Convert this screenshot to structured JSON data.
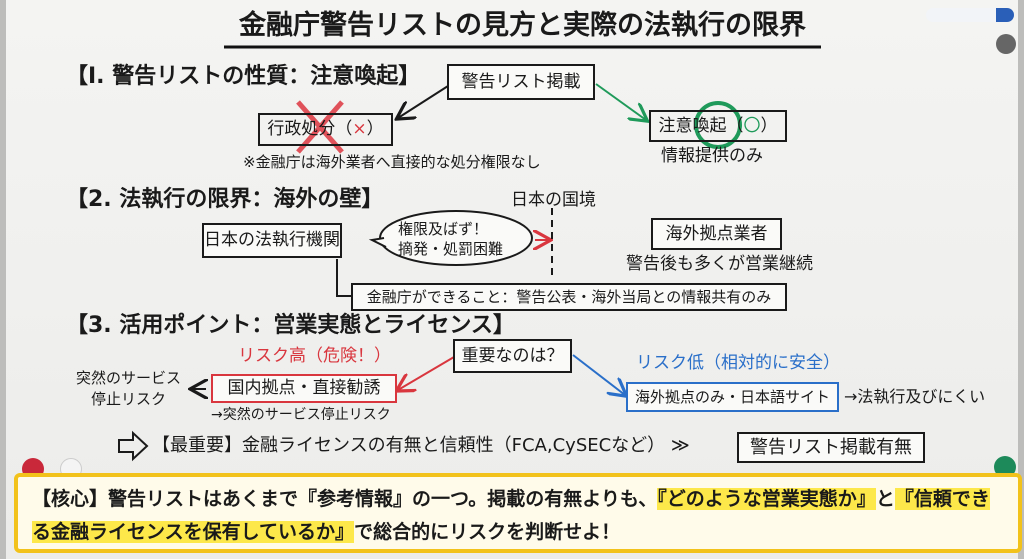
{
  "title": "金融庁警告リストの見方と実際の法執行の限界",
  "section1": {
    "heading": "【I. 警告リストの性質：注意喚起】",
    "listing": "警告リスト掲載",
    "admin_action": "行政処分（",
    "admin_mark": "×",
    "close": "）",
    "note": "※金融庁は海外業者へ直接的な処分権限なし",
    "warning": "注意喚起（",
    "warning_mark": "〇",
    "info": "情報提供のみ"
  },
  "section2": {
    "heading": "【2. 法執行の限界：海外の壁】",
    "border": "日本の国境",
    "agency": "日本の法執行機関",
    "bubble_line1": "権限及ばず！",
    "bubble_line2": "摘発・処罰困難",
    "overseas": "海外拠点業者",
    "continue": "警告後も多くが営業継続",
    "fsa_can": "金融庁ができること：警告公表・海外当局との情報共有のみ"
  },
  "section3": {
    "heading": "【3. 活用ポイント：営業実態とライセンス】",
    "question": "重要なのは？",
    "high_risk": "リスク高（危険！）",
    "low_risk": "リスク低（相対的に安全）",
    "sudden_line1": "突然のサービス",
    "sudden_line2": "停止リスク",
    "domestic": "国内拠点・直接勧誘",
    "domestic_note": "→突然のサービス停止リスク",
    "overseas_only": "海外拠点のみ・日本語サイト",
    "enforcement": "→法執行及びにくい",
    "key_point": "【最重要】金融ライセンスの有無と信頼性（FCA,CySECなど）",
    "gt": "≫",
    "listing_status": "警告リスト掲載有無"
  },
  "banner": {
    "p1": "【核心】警告リストはあくまで『参考情報』の一つ。掲載の有無よりも、",
    "p2": "『どのような営業実態か』",
    "p3": "と",
    "p4": "『信頼できる金融ライセンスを保有しているか』",
    "p5": "で総合的にリスクを判断せよ！"
  },
  "colors": {
    "red": "#d9363e",
    "green": "#1f9a5a",
    "blue": "#2a6fc9",
    "yellow": "#f2c21b"
  }
}
